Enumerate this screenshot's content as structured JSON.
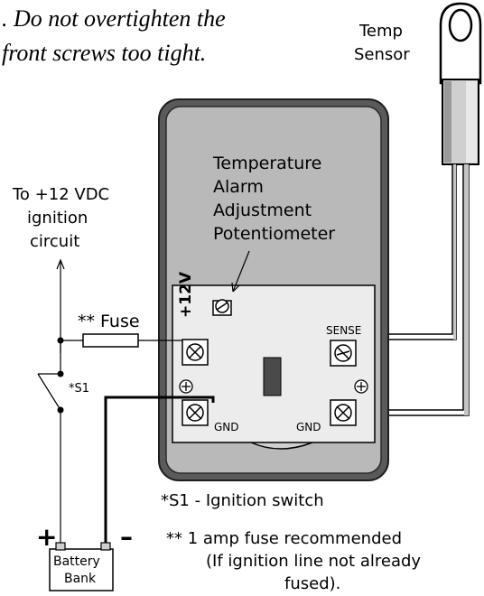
{
  "note": {
    "line1": ". Do not overtighten the",
    "line2": "front screws too tight."
  },
  "sensor_label": {
    "line1": "Temp",
    "line2": "Sensor"
  },
  "potentiometer_label": {
    "line1": "Temperature",
    "line2": "Alarm",
    "line3": "Adjustment",
    "line4": "Potentiometer"
  },
  "ignition_label": {
    "line1": "To +12 VDC",
    "line2": "ignition",
    "line3": "circuit"
  },
  "fuse_label": "** Fuse",
  "switch_label": "*S1",
  "terminals": {
    "plus12v": "+12V",
    "sense": "SENSE",
    "gnd_left": "GND",
    "gnd_right": "GND"
  },
  "battery": {
    "line1": "Battery",
    "line2": "Bank",
    "plus": "+",
    "minus": "–"
  },
  "footnotes": {
    "switch": "*S1 - Ignition switch",
    "fuse_line1": "** 1 amp fuse recommended",
    "fuse_line2": "(If ignition line not already",
    "fuse_line3": "fused)."
  },
  "colors": {
    "housing": "#5a5a5a",
    "housing_outline": "#1e1e1e",
    "face": "#b9b9b9",
    "terminal_board": "#ececec",
    "sensor_cable": "#c4c4c4",
    "indicator": "#4a4a4a"
  }
}
